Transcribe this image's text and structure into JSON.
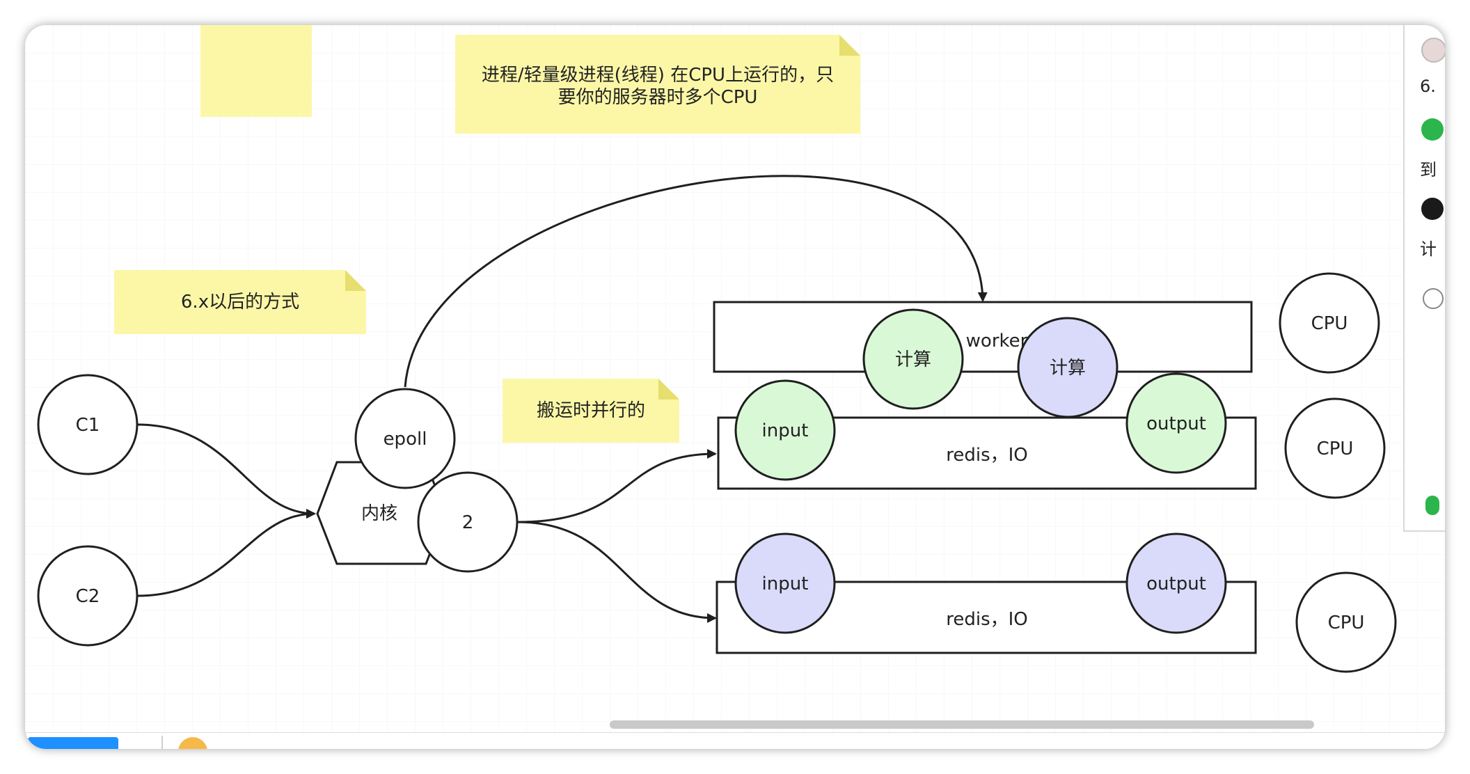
{
  "notes": {
    "note_empty": "",
    "note_top": [
      "进程/轻量级进程(线程)  在CPU上运行的，只",
      "要你的服务器时多个CPU"
    ],
    "note_version": "6.x以后的方式",
    "note_parallel": "搬运时并行的"
  },
  "nodes": {
    "c1": "C1",
    "c2": "C2",
    "kernel": "内核",
    "epoll": "epoll",
    "two": "2",
    "worker": "worker",
    "compute_green": "计算",
    "compute_purple": "计算",
    "input_green": "input",
    "output_green": "output",
    "input_purple": "input",
    "output_purple": "output",
    "redis_io_1": "redis，IO",
    "redis_io_2": "redis，IO",
    "cpu_1": "CPU",
    "cpu_2": "CPU",
    "cpu_3": "CPU"
  },
  "side_panel": {
    "item1_text": "6.",
    "item2_text": "到",
    "item3_text": "计"
  },
  "colors": {
    "note_yellow": "#fbf7a7",
    "note_fold": "#e6de6e",
    "green_fill": "#d9f9d6",
    "purple_fill": "#dadbfb",
    "stroke": "#1f1f1f",
    "side_green": "#2bb54c"
  }
}
